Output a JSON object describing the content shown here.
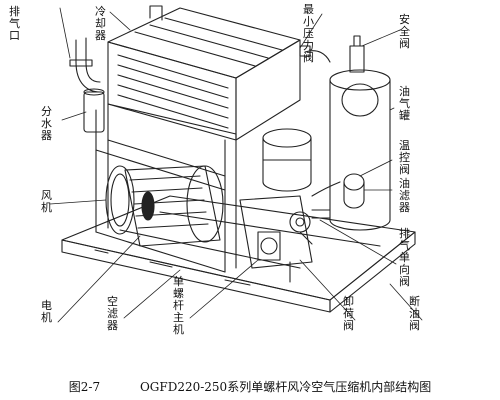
{
  "labels": {
    "exhaust_port": "排气口",
    "cooler": "冷却器",
    "min_pressure_valve": "最小压力阀",
    "safety_valve": "安全阀",
    "oil_tank": "油气罐",
    "water_separator": "分水器",
    "thermostatic_valve": "温控阀",
    "fan": "风机",
    "oil_filter": "油滤器",
    "exhaust_check_valve": "排气单向阀",
    "motor": "电机",
    "air_filter": "空滤器",
    "screw_host": "单螺杆主机",
    "unload_valve": "卸荷阀",
    "oil_shutoff_valve": "断油阀"
  },
  "caption": {
    "number": "图2-7",
    "title": "OGFD220-250系列单螺杆风冷空气压缩机内部结构图"
  }
}
